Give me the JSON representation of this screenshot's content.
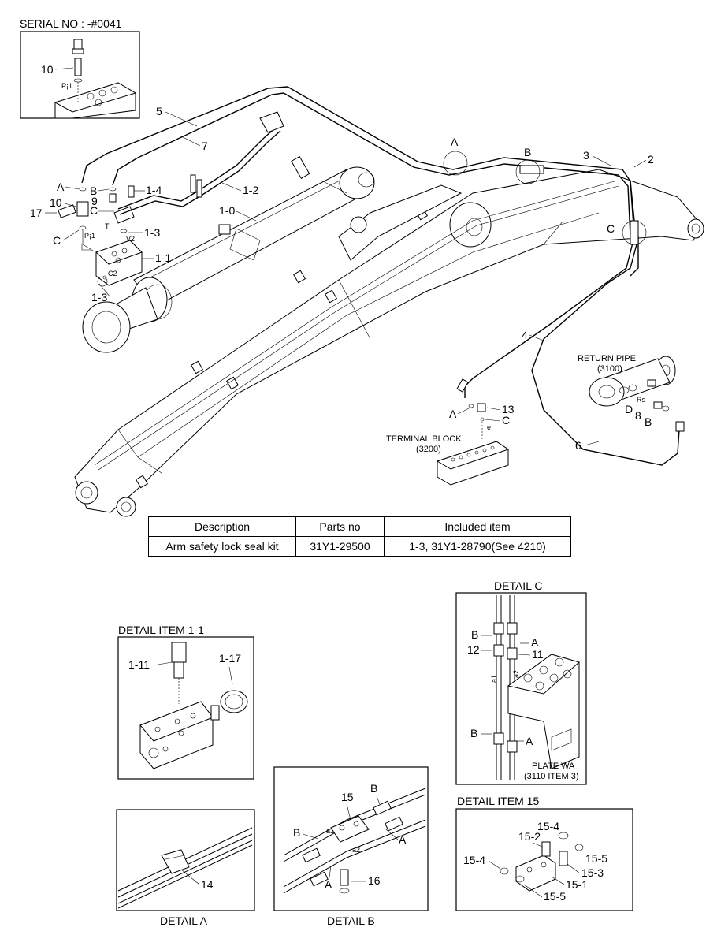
{
  "serial": "SERIAL NO : -#0041",
  "main_labels": {
    "p1_top": "P¡1",
    "item_10_top": "10",
    "item_5": "5",
    "item_7": "7",
    "item_A_left": "A",
    "item_B_left": "B",
    "item_9": "9",
    "item_C_left": "C",
    "item_1_4": "1-4",
    "item_10_left": "10",
    "item_17": "17",
    "item_C_left2": "C",
    "item_T": "T",
    "item_V2": "V2",
    "item_1_3a": "1-3",
    "item_P1": "P¡1",
    "item_1_1": "1-1",
    "item_C2": "C2",
    "item_1_3b": "1-3",
    "item_1_2": "1-2",
    "item_1_0": "1-0",
    "circle_A": "A",
    "circle_B": "B",
    "item_3": "3",
    "item_2": "2",
    "circle_C": "C",
    "item_4": "4",
    "return_pipe": "RETURN PIPE",
    "return_pipe_no": "(3100)",
    "item_Rs": "Rs",
    "item_D": "D",
    "item_8": "8",
    "item_B_rp": "B",
    "item_6": "6",
    "item_A_tb": "A",
    "item_13": "13",
    "item_e": "e",
    "item_C_tb": "C",
    "terminal_block": "TERMINAL BLOCK",
    "terminal_block_no": "(3200)"
  },
  "parts_table": {
    "headers": [
      "Description",
      "Parts no",
      "Included item"
    ],
    "rows": [
      [
        "Arm safety lock seal kit",
        "31Y1-29500",
        "1-3, 31Y1-28790(See 4210)"
      ]
    ]
  },
  "detail_item_1_1": {
    "title": "DETAIL ITEM 1-1",
    "label_a": "1-11",
    "label_b": "1-17"
  },
  "detail_a": {
    "title": "DETAIL A",
    "label": "14"
  },
  "detail_b": {
    "title": "DETAIL B",
    "labels": [
      "15",
      "B",
      "B",
      "a1",
      "a2",
      "A",
      "A",
      "16"
    ]
  },
  "detail_c": {
    "title": "DETAIL C",
    "labels": [
      "B",
      "A",
      "12",
      "11",
      "a1",
      "a2",
      "B",
      "A"
    ],
    "plate": "PLATE WA",
    "plate_ref": "(3110 ITEM 3)"
  },
  "detail_item_15": {
    "title": "DETAIL ITEM 15",
    "labels": [
      "15-4",
      "15-2",
      "15-4",
      "15-5",
      "15-3",
      "15-1",
      "15-5"
    ]
  }
}
